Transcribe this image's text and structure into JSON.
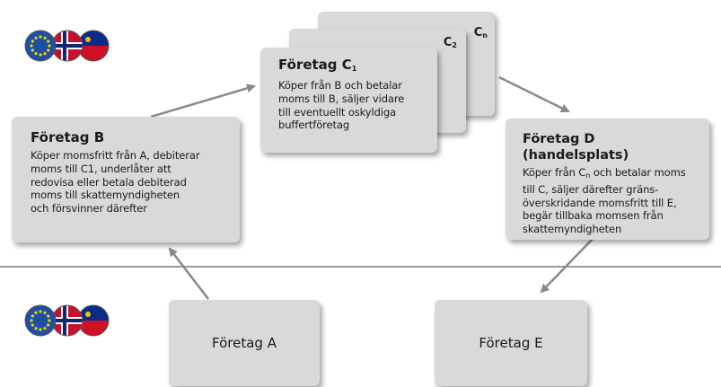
{
  "stack_labels": {
    "c2": {
      "main": "C",
      "sub": "2"
    },
    "cn": {
      "main": "C",
      "sub": "n"
    }
  },
  "company_c": {
    "title_main": "Företag C",
    "title_sub": "1",
    "desc": [
      "Köper från B och betalar",
      "moms till B, säljer vidare",
      "till eventuellt oskyldiga",
      "buffertföretag"
    ]
  },
  "company_b": {
    "title": "Företag B",
    "desc": [
      "Köper momsfritt från A, debiterar",
      "moms till C1, underlåter att",
      "redovisa eller betala debiterad",
      "moms till skattemyndigheten",
      "och försvinner därefter"
    ]
  },
  "company_d": {
    "title": "Företag D (handelsplats)",
    "desc_line1_pre": "Köper från C",
    "desc_line1_sub": "n",
    "desc_line1_post": " och betalar moms",
    "desc": [
      "till C, säljer därefter gräns-",
      "överskridande momsfritt till E,",
      "begär tillbaka momsen från",
      "skattemyndigheten"
    ]
  },
  "company_a": {
    "label": "Företag A"
  },
  "company_e": {
    "label": "Företag E"
  },
  "colors": {
    "box": "#d9d9d9",
    "arrow": "#8a8a8a",
    "divider": "#9a9a9a",
    "eu_blue": "#1f4fa3",
    "norway_red": "#c8102e",
    "liechtenstein_red": "#ce1126"
  },
  "icons": {
    "flag_group_top": "eea-flags-icon",
    "flag_group_bottom": "eea-flags-icon"
  }
}
